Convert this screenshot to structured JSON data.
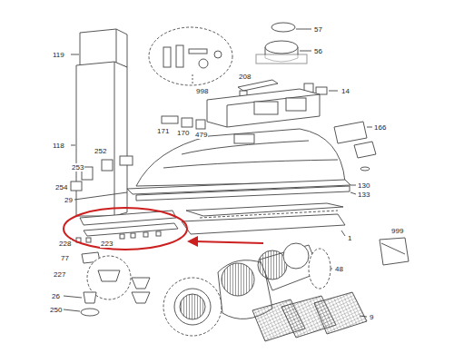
{
  "diagram": {
    "labels": [
      "57",
      "56",
      "119",
      "998",
      "118",
      "208",
      "14",
      "166",
      "171",
      "170",
      "479",
      "252",
      "253",
      "254",
      "29",
      "130",
      "133",
      "1",
      "228",
      "223",
      "999",
      "77",
      "227",
      "48",
      "26",
      "250",
      "9"
    ]
  }
}
